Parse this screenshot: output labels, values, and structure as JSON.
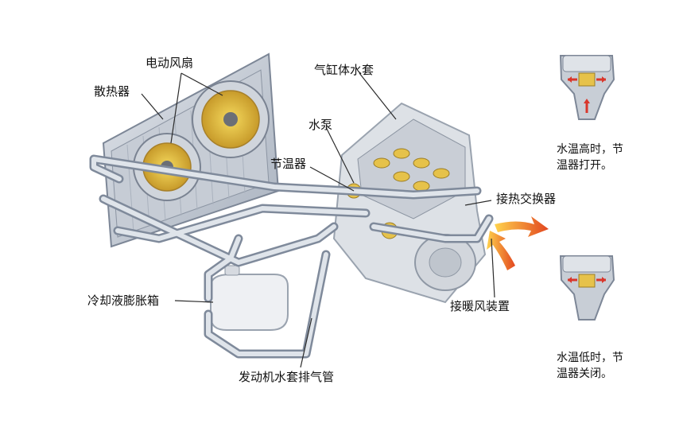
{
  "labels": {
    "radiator": "散热器",
    "electric_fan": "电动风扇",
    "cylinder_water_jacket": "气缸体水套",
    "water_pump": "水泵",
    "thermostat": "节温器",
    "heat_exchanger": "接热交换器",
    "heater_connection": "接暖风装置",
    "coolant_expansion_tank": "冷却液膨胀箱",
    "engine_jacket_vent_pipe": "发动机水套排气管"
  },
  "insets": {
    "high_temp_note_line1": "水温高时，节",
    "high_temp_note_line2": "温器打开。",
    "low_temp_note_line1": "水温低时，节",
    "low_temp_note_line2": "温器关闭。"
  },
  "colors": {
    "pipe": "#c3ccd8",
    "pipe_edge": "#8893a3",
    "engine": "#d9dde3",
    "fan_yellow": "#e7c64a",
    "flow_arrow_red": "#d9362b",
    "heat_arrow": "#f08a1e",
    "leader_line": "#2b2b2b"
  }
}
